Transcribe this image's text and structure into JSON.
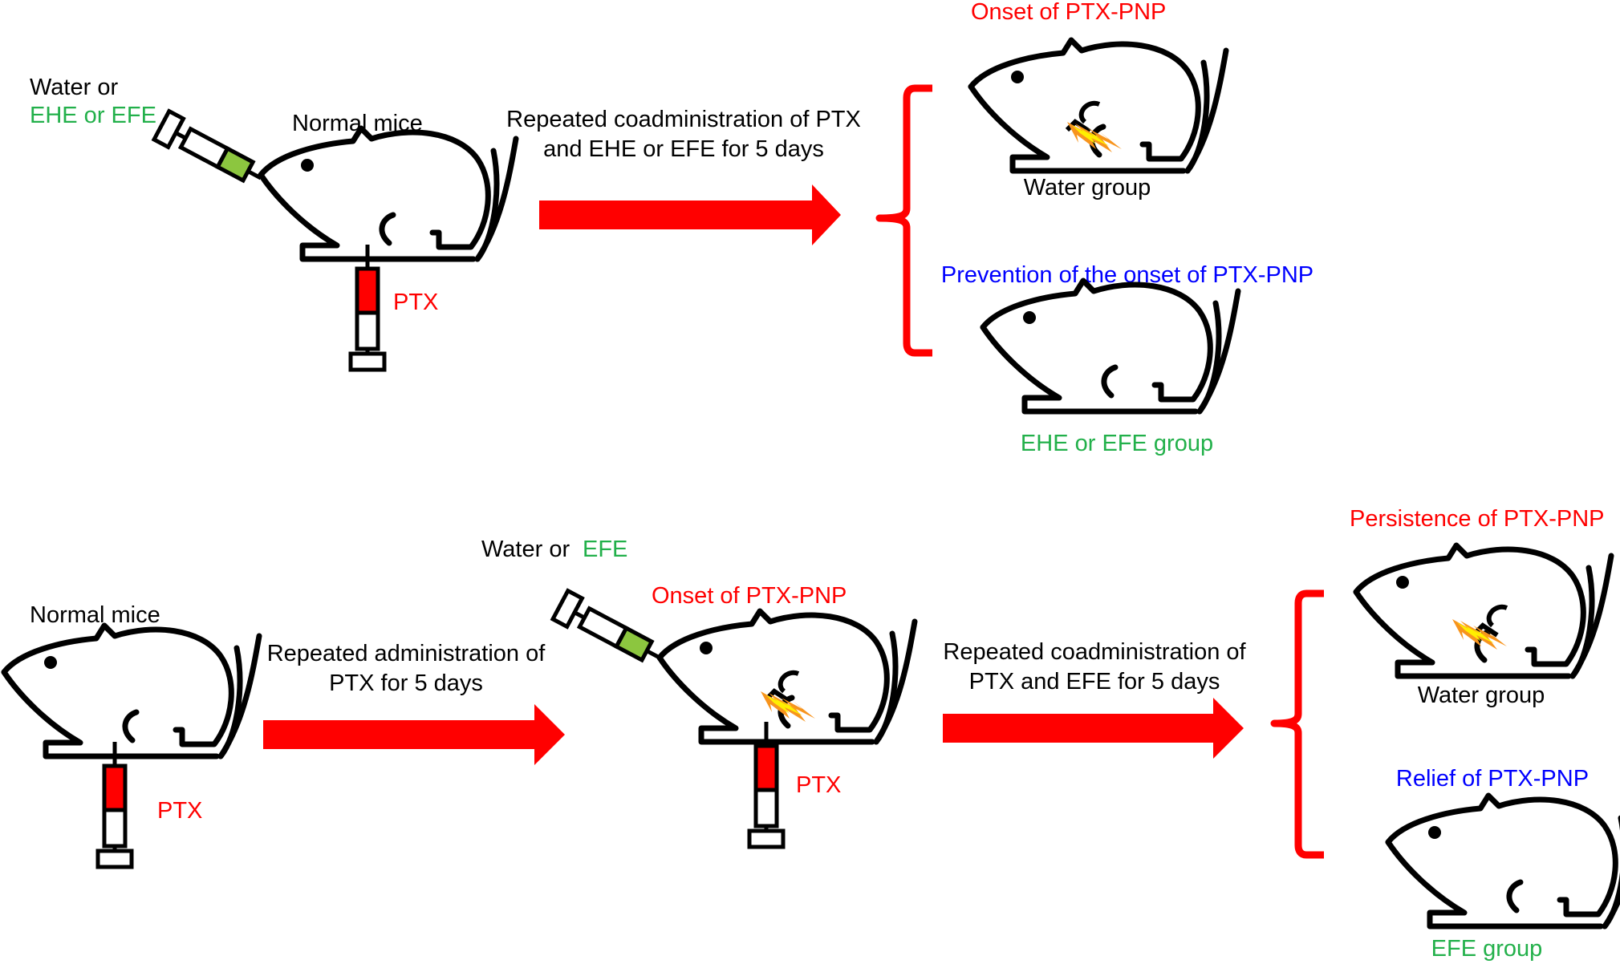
{
  "colors": {
    "red": "#ff0000",
    "green": "#22b04a",
    "blue": "#0000ff",
    "black": "#000000",
    "syringe_green": "#8cc63f",
    "spark_orange": "#f7941d",
    "spark_yellow": "#ffef00"
  },
  "top": {
    "water_or": "Water or",
    "ehe_or_efe": "EHE or EFE",
    "normal_mice": "Normal mice",
    "ptx": "PTX",
    "arrow_line1": "Repeated coadministration of PTX",
    "arrow_line2": "and EHE or EFE for 5 days",
    "onset": "Onset of PTX-PNP",
    "water_group": "Water group",
    "prevention": "Prevention of the onset of PTX-PNP",
    "ehe_efe_group": "EHE or EFE group"
  },
  "bottom": {
    "normal_mice": "Normal mice",
    "ptx_left": "PTX",
    "arrow1_line1": "Repeated administration of",
    "arrow1_line2": "PTX for 5 days",
    "water_or": "Water or",
    "efe": "EFE",
    "onset": "Onset of PTX-PNP",
    "ptx_mid": "PTX",
    "arrow2_line1": "Repeated coadministration of",
    "arrow2_line2": "PTX and EFE for 5 days",
    "persistence": "Persistence of PTX-PNP",
    "water_group": "Water group",
    "relief": "Relief of PTX-PNP",
    "efe_group": "EFE group"
  },
  "icons": [
    "mouse-icon",
    "syringe-icon",
    "pain-spark-icon",
    "arrow-right-icon",
    "curly-brace-icon"
  ]
}
